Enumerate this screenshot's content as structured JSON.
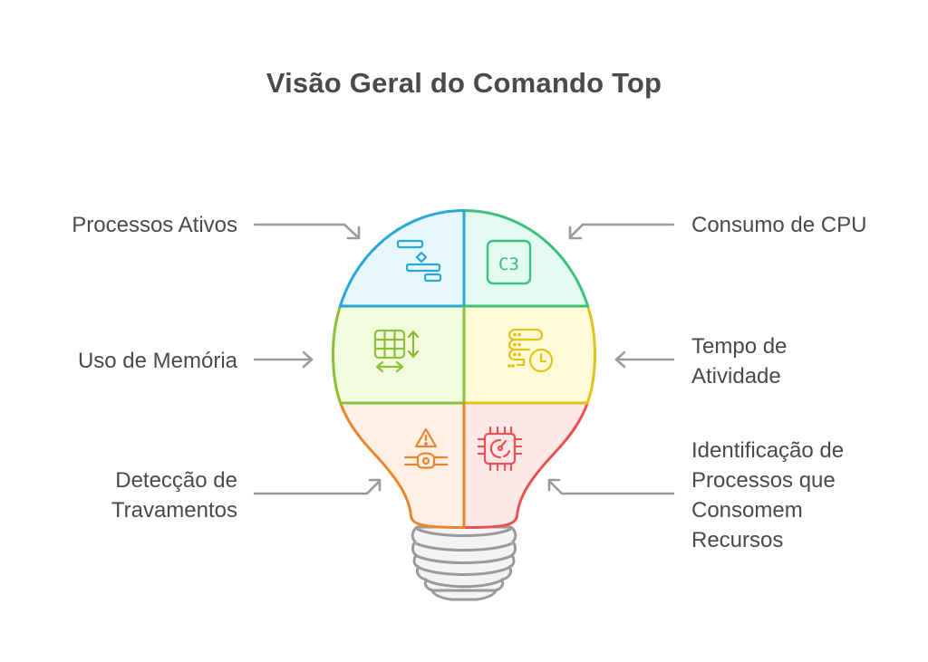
{
  "title": "Visão Geral do Comando Top",
  "colors": {
    "text": "#4a4a4a",
    "arrow": "#9a9a9a",
    "blue": "#2aa8d4",
    "blue_fill": "#e6f7fd",
    "green": "#3cc07d",
    "green_fill": "#e3fbf0",
    "lime": "#8cbf3a",
    "lime_fill": "#f2fbdc",
    "yellow": "#e3c21c",
    "yellow_fill": "#fffad6",
    "orange": "#e8862e",
    "orange_fill": "#ffefe4",
    "red": "#e85252",
    "red_fill": "#ffe8e8",
    "base": "#9a9a9a",
    "base_fill": "#f3f3f3"
  },
  "items": {
    "processos_ativos": {
      "label": "Processos Ativos",
      "icon": "gantt-process-icon",
      "side": "left"
    },
    "consumo_cpu": {
      "label": "Consumo de CPU",
      "icon": "c3-chip-icon",
      "side": "right"
    },
    "uso_memoria": {
      "label": "Uso de Memória",
      "icon": "table-resize-icon",
      "side": "left"
    },
    "tempo_atividade": {
      "label": "Tempo de Atividade",
      "icon": "server-clock-icon",
      "side": "right"
    },
    "deteccao_travamentos": {
      "label": "Detecção de Travamentos",
      "icon": "warning-pipe-icon",
      "side": "left"
    },
    "identificacao_processos": {
      "label": "Identificação de Processos que Consomem Recursos",
      "icon": "cpu-gauge-icon",
      "side": "right"
    }
  },
  "icon_text": {
    "c3": "C3"
  }
}
